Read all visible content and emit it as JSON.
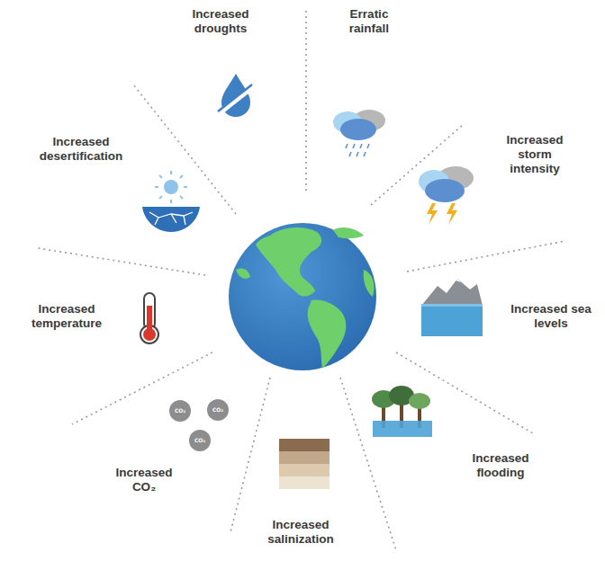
{
  "diagram": {
    "labels": [
      "Increased droughts",
      "Erratic rainfall",
      "Increased storm intensity",
      "Increased sea levels",
      "Increased flooding",
      "Increased salinization",
      "Increased CO₂",
      "Increased temperature",
      "Increased desertification",
      "CO₂",
      "CO₂",
      "CO₂"
    ]
  }
}
